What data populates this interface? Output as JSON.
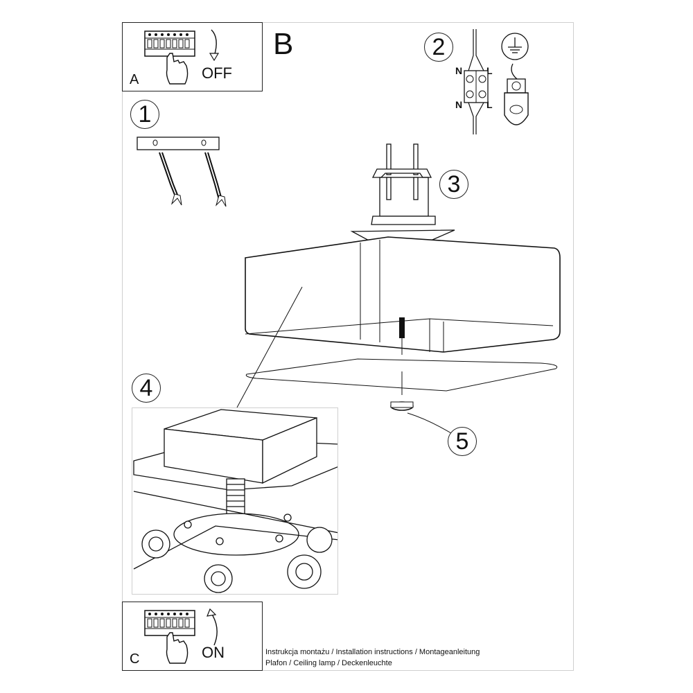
{
  "panel_a": {
    "letter": "A",
    "switch_label": "OFF"
  },
  "panel_c": {
    "letter": "C",
    "switch_label": "ON"
  },
  "section_b": {
    "letter": "B"
  },
  "steps": [
    "1",
    "2",
    "3",
    "4",
    "5"
  ],
  "wiring": {
    "neutral": "N",
    "live": "L"
  },
  "footer": {
    "line1": "Instrukcja montażu / Installation instructions / Montageanleitung",
    "line2": "Plafon / Ceiling lamp / Deckenleuchte"
  }
}
